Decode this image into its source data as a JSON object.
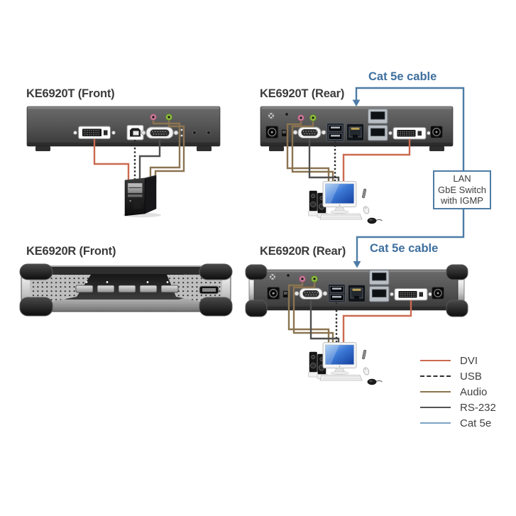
{
  "diagram": {
    "title_labels": {
      "ke6920t_front": "KE6920T (Front)",
      "ke6920t_rear": "KE6920T (Rear)",
      "ke6920r_front": "KE6920R (Front)",
      "ke6920r_rear": "KE6920R (Rear)"
    },
    "cable_labels": {
      "top": "Cat 5e cable",
      "bottom": "Cat 5e cable"
    },
    "switch_box": {
      "line1": "LAN",
      "line2": "GbE Switch",
      "line3": "with IGMP"
    },
    "legend": {
      "items": [
        {
          "label": "DVI",
          "color": "#cb6a50",
          "line_style": "solid"
        },
        {
          "label": "USB",
          "color": "#2f2f2f",
          "line_style": "dashed"
        },
        {
          "label": "Audio",
          "color": "#8b7450",
          "line_style": "solid"
        },
        {
          "label": "RS-232",
          "color": "#555555",
          "line_style": "solid"
        },
        {
          "label": "Cat 5e",
          "color": "#7ca3c4",
          "line_style": "solid"
        }
      ]
    },
    "cable_colors": {
      "dvi": "#cb6a50",
      "usb": "#2f2f2f",
      "audio": "#8b7450",
      "rs232": "#4f4f4f",
      "cat5e": "#4d7ca6"
    },
    "text_colors": {
      "titles": "#3b3b3b",
      "cat5e_label": "#3e6f9e"
    }
  }
}
